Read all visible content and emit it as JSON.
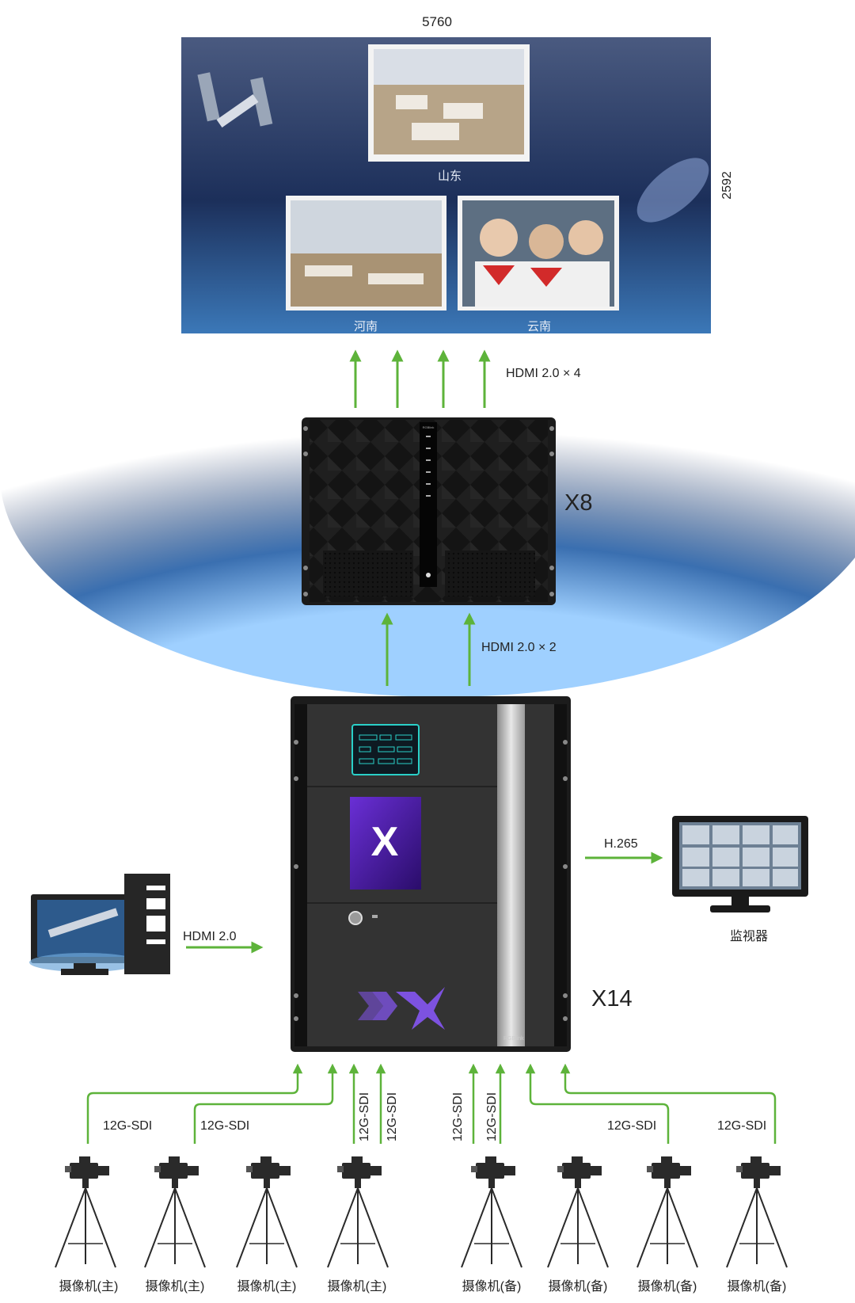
{
  "led_wall": {
    "width_label": "5760",
    "height_label": "2592",
    "windows": [
      {
        "caption": "山东"
      },
      {
        "caption": "河南"
      },
      {
        "caption": "云南"
      }
    ]
  },
  "x8": {
    "device_label": "X8",
    "output_label": "HDMI 2.0 × 4",
    "brand_mark": "RGBlink"
  },
  "x14": {
    "device_label": "X14",
    "input_label": "HDMI 2.0 × 2",
    "brand_mark": "RGBlink",
    "front_logo": "X"
  },
  "pc": {
    "link_label": "HDMI 2.0"
  },
  "monitor": {
    "link_label": "H.265",
    "label": "监视器"
  },
  "cameras": {
    "links": [
      "12G-SDI",
      "12G-SDI",
      "12G-SDI",
      "12G-SDI",
      "12G-SDI",
      "12G-SDI",
      "12G-SDI",
      "12G-SDI"
    ],
    "labels": [
      "摄像机(主)",
      "摄像机(主)",
      "摄像机(主)",
      "摄像机(主)",
      "摄像机(备)",
      "摄像机(备)",
      "摄像机(备)",
      "摄像机(备)"
    ]
  },
  "colors": {
    "arrow_green": "#5db33a",
    "device_dark": "#2b2b2b",
    "wall_space": "#1c2f5a"
  }
}
